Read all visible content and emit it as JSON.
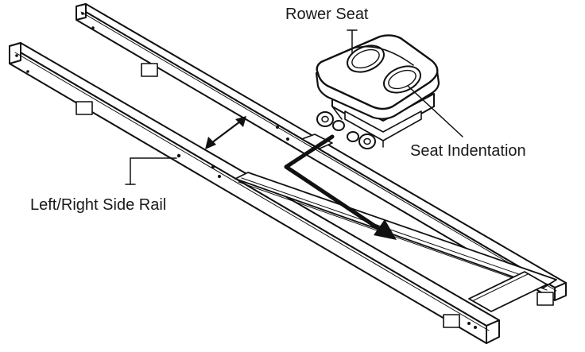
{
  "labels": {
    "rower_seat": "Rower Seat",
    "seat_indentation": "Seat Indentation",
    "side_rail": "Left/Right Side Rail"
  },
  "colors": {
    "ink": "#111111",
    "background": "#ffffff"
  }
}
